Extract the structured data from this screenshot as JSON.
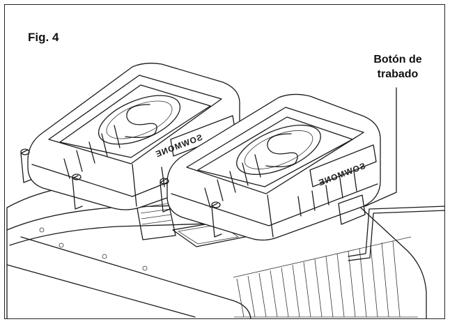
{
  "figure": {
    "label": "Fig. 4",
    "callout_line1": "Botón de",
    "callout_line2": "trabado",
    "battery_brand": "SOWMONE",
    "colors": {
      "line": "#1a1a1a",
      "background": "#ffffff"
    }
  }
}
